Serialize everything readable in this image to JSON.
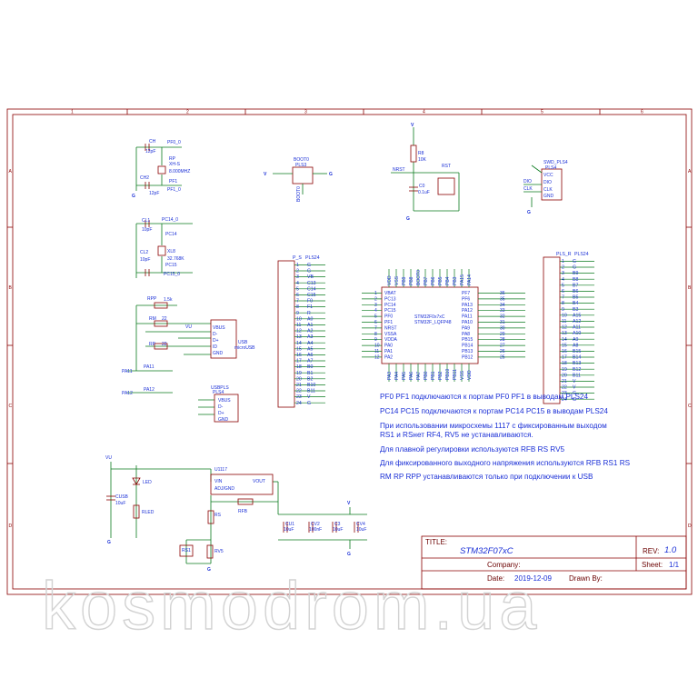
{
  "frame": {
    "top_labels": [
      "1",
      "2",
      "3",
      "4",
      "5",
      "6"
    ],
    "side_labels": [
      "A",
      "B",
      "C",
      "D"
    ]
  },
  "crystal_hse": {
    "cap1": "CH",
    "cap1_val": "12pF",
    "cap2": "CH2",
    "cap2_val": "12pF",
    "xtal": "XH-S",
    "xtal_freq": "8.000MHZ",
    "net_top": "PF0_0",
    "net_bot": "PF1_0",
    "r1": "RP",
    "r2": "PF1"
  },
  "crystal_lse": {
    "cap1": "CL1",
    "cap1_val": "10pF",
    "cap2": "CL2",
    "cap2_val": "10pF",
    "xtal": "XL8",
    "xtal_freq": "32.768K",
    "net_top": "PC14_0",
    "net_bot": "PC15_0",
    "r1": "PC14",
    "r2": "PC15"
  },
  "boot": {
    "ref": "BOOT0",
    "part": "PLS3",
    "net": "BOOT0",
    "v": "V",
    "g": "G"
  },
  "reset": {
    "r": "R8",
    "r_val": "10K",
    "c": "C0",
    "c_val": "0.1uF",
    "net": "NRST",
    "sw": "RST",
    "v": "V",
    "g": "G"
  },
  "swd": {
    "ref": "SWD_PLS4",
    "part": "PLS4",
    "pins": [
      "VCC",
      "DIO",
      "CLK",
      "GND"
    ],
    "nets": [
      "DIO",
      "CLK"
    ]
  },
  "usb": {
    "r_pull": "RPP",
    "r_pull_val": "1.5k",
    "r_m": "RM",
    "r_m_val": "22",
    "r_p": "RP",
    "r_p_val": "22",
    "net_a11": "PA11",
    "net_a12": "PA12",
    "conn": "USB",
    "conn_part": "microUSB",
    "pins": [
      "VBUS",
      "D-",
      "D+",
      "ID",
      "GND"
    ],
    "plug": "USBPLS",
    "plug_part": "PLS4",
    "plug_pins": [
      "VBUS",
      "D-",
      "D+",
      "GND"
    ]
  },
  "pls_left": {
    "ref": "P_S",
    "part": "PLS24",
    "rows": [
      {
        "n": "1",
        "s": "G"
      },
      {
        "n": "2",
        "s": "G"
      },
      {
        "n": "3",
        "s": "VB"
      },
      {
        "n": "4",
        "s": "C13"
      },
      {
        "n": "5",
        "s": "C14"
      },
      {
        "n": "6",
        "s": "C15"
      },
      {
        "n": "7",
        "s": "F0"
      },
      {
        "n": "8",
        "s": "F1"
      },
      {
        "n": "9",
        "s": "R"
      },
      {
        "n": "10",
        "s": "A0"
      },
      {
        "n": "11",
        "s": "A1"
      },
      {
        "n": "12",
        "s": "A2"
      },
      {
        "n": "13",
        "s": "A3"
      },
      {
        "n": "14",
        "s": "A4"
      },
      {
        "n": "15",
        "s": "A5"
      },
      {
        "n": "16",
        "s": "A6"
      },
      {
        "n": "17",
        "s": "A7"
      },
      {
        "n": "18",
        "s": "B0"
      },
      {
        "n": "19",
        "s": "B1"
      },
      {
        "n": "20",
        "s": "B2"
      },
      {
        "n": "21",
        "s": "B10"
      },
      {
        "n": "22",
        "s": "B11"
      },
      {
        "n": "23",
        "s": "V"
      },
      {
        "n": "24",
        "s": "G"
      }
    ]
  },
  "pls_right": {
    "ref": "PLS_R",
    "part": "PLS24",
    "rows": [
      {
        "n": "1",
        "s": "G"
      },
      {
        "n": "2",
        "s": "G"
      },
      {
        "n": "3",
        "s": "B9"
      },
      {
        "n": "4",
        "s": "B8"
      },
      {
        "n": "5",
        "s": "B7"
      },
      {
        "n": "6",
        "s": "B6"
      },
      {
        "n": "7",
        "s": "B5"
      },
      {
        "n": "8",
        "s": "B4"
      },
      {
        "n": "9",
        "s": "B3"
      },
      {
        "n": "10",
        "s": "A15"
      },
      {
        "n": "11",
        "s": "A12"
      },
      {
        "n": "12",
        "s": "A11"
      },
      {
        "n": "13",
        "s": "A10"
      },
      {
        "n": "14",
        "s": "A9"
      },
      {
        "n": "15",
        "s": "A8"
      },
      {
        "n": "16",
        "s": "B15"
      },
      {
        "n": "17",
        "s": "B14"
      },
      {
        "n": "18",
        "s": "B13"
      },
      {
        "n": "19",
        "s": "B12"
      },
      {
        "n": "20",
        "s": "B11"
      },
      {
        "n": "21",
        "s": "V"
      },
      {
        "n": "22",
        "s": "V"
      },
      {
        "n": "23",
        "s": "G"
      },
      {
        "n": "24",
        "s": "G"
      }
    ]
  },
  "mcu": {
    "ref": "STM32F0x7xC",
    "part": "STM32F_LQFP48",
    "left_pins": [
      {
        "n": "1",
        "s": "VBAT"
      },
      {
        "n": "2",
        "s": "PC13"
      },
      {
        "n": "3",
        "s": "PC14"
      },
      {
        "n": "4",
        "s": "PC15"
      },
      {
        "n": "5",
        "s": "PF0"
      },
      {
        "n": "6",
        "s": "PF1"
      },
      {
        "n": "7",
        "s": "NRST"
      },
      {
        "n": "8",
        "s": "VSSA"
      },
      {
        "n": "9",
        "s": "VDDA"
      },
      {
        "n": "10",
        "s": "PA0"
      },
      {
        "n": "11",
        "s": "PA1"
      },
      {
        "n": "12",
        "s": "PA2"
      }
    ],
    "right_pins": [
      {
        "n": "36",
        "s": "PF7"
      },
      {
        "n": "35",
        "s": "PF6"
      },
      {
        "n": "34",
        "s": "PA13"
      },
      {
        "n": "33",
        "s": "PA12"
      },
      {
        "n": "32",
        "s": "PA11"
      },
      {
        "n": "31",
        "s": "PA10"
      },
      {
        "n": "30",
        "s": "PA9"
      },
      {
        "n": "29",
        "s": "PA8"
      },
      {
        "n": "28",
        "s": "PB15"
      },
      {
        "n": "27",
        "s": "PB14"
      },
      {
        "n": "26",
        "s": "PB13"
      },
      {
        "n": "25",
        "s": "PB12"
      }
    ],
    "top_pins": [
      "VDD",
      "VSS",
      "PB9",
      "PB8",
      "BOOT0",
      "PB7",
      "PB6",
      "PB5",
      "PB4",
      "PB3",
      "PA15",
      "PA14"
    ],
    "bottom_pins": [
      "PA3",
      "PA4",
      "PA5",
      "PA6",
      "PA7",
      "PB0",
      "PB1",
      "PB2",
      "PB10",
      "PB11",
      "VSS",
      "VDD"
    ]
  },
  "power": {
    "reg": "U1117",
    "reg_pins": [
      "VIN",
      "ADJ/GND",
      "VOUT"
    ],
    "led": "LED",
    "r_led": "RLED",
    "cap_usb": "CUSB",
    "cap_usb_val": "10uF",
    "r_fb": "RFB",
    "r_s": "RS",
    "r_v": "RV5",
    "r_x": "RS1",
    "caps": [
      {
        "ref": "CU1",
        "val": "10uF"
      },
      {
        "ref": "CV2",
        "val": "100nF"
      },
      {
        "ref": "C3",
        "val": "10uF"
      },
      {
        "ref": "CV4",
        "val": "10uF"
      }
    ],
    "net_vu": "VU",
    "v": "V",
    "g": "G"
  },
  "notes": [
    "PF0 PF1 подключаются к портам PF0 PF1 в выводам PLS24",
    "PC14 PC15 подключаются к портам PC14 PC15 в выводам PLS24",
    "При использовании микросхемы 1117 с фиксированным выходом",
    "RS1 и RSнет RF4, RV5 не устанавливаются.",
    "Для плавной регулировки используются RFB RS RV5",
    "Для фиксированного выходного напряжения используются RFB RS1 RS",
    "RM RP RPP устанавливаются только при подключении к USB"
  ],
  "title_block": {
    "title_label": "TITLE:",
    "title": "STM32F07xC",
    "rev_label": "REV:",
    "rev": "1.0",
    "company_label": "Company:",
    "company": "",
    "sheet_label": "Sheet:",
    "sheet": "1/1",
    "date_label": "Date:",
    "date": "2019-12-09",
    "drawn_label": "Drawn By:",
    "drawn": ""
  },
  "watermark": "kosmodrom.ua",
  "colors": {
    "wire": "#0a7a1e",
    "part": "#8b0000",
    "text": "#1a2fd6",
    "frame": "#8b0000",
    "watermark": "#d9d9d9"
  }
}
